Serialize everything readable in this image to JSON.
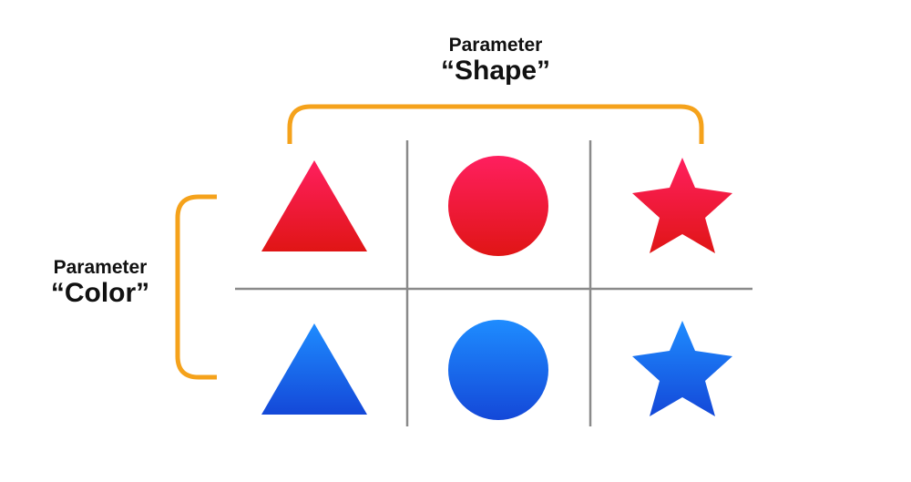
{
  "labels": {
    "shape_param": {
      "line1": "Parameter",
      "line2": "“Shape”"
    },
    "color_param": {
      "line1": "Parameter",
      "line2": "“Color”"
    }
  },
  "colors": {
    "bracket": "#f5a21b",
    "grid": "#8a8a8a",
    "red_top": "#ff1f5f",
    "red_bottom": "#e01515",
    "blue_top": "#1e8cff",
    "blue_bottom": "#1448d8"
  },
  "grid": {
    "shapes": [
      "triangle",
      "circle",
      "star"
    ],
    "colors": [
      "red",
      "blue"
    ]
  }
}
